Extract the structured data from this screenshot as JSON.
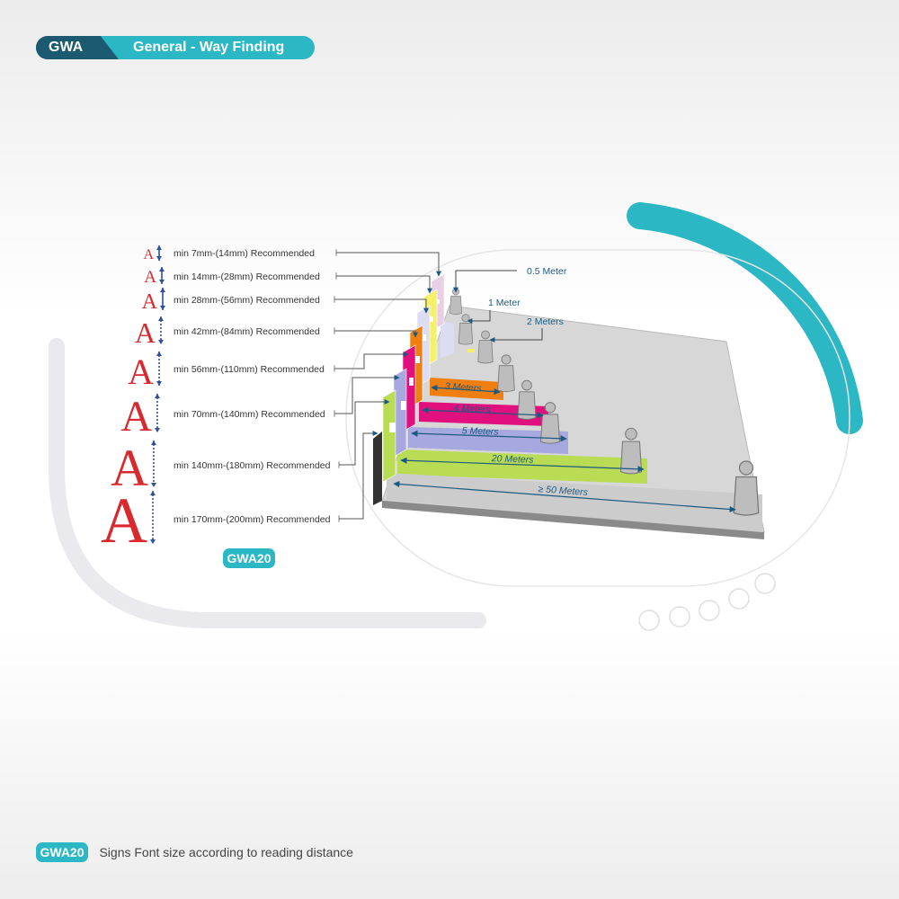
{
  "header": {
    "code": "GWA",
    "title": "General - Way Finding"
  },
  "colors": {
    "accent": "#2bb7c4",
    "header_dark": "#1b5a70",
    "letter_red": "#d8292f",
    "arrow_blue": "#2f4fa0",
    "dimension_text": "#1b5a80",
    "zone_colors": [
      "#e8cfe6",
      "#f4f06a",
      "#dcdcf2",
      "#f07f12",
      "#e0117f",
      "#a6a8df",
      "#b9dc54"
    ]
  },
  "font_size_rows": [
    {
      "letter": "A",
      "label": "min 7mm-(14mm) Recommended"
    },
    {
      "letter": "A",
      "label": "min 14mm-(28mm) Recommended"
    },
    {
      "letter": "A",
      "label": "min 28mm-(56mm) Recommended"
    },
    {
      "letter": "A",
      "label": "min 42mm-(84mm) Recommended"
    },
    {
      "letter": "A",
      "label": "min 56mm-(110mm) Recommended"
    },
    {
      "letter": "A",
      "label": "min 70mm-(140mm) Recommended"
    },
    {
      "letter": "A",
      "label": "min 140mm-(180mm) Recommended"
    },
    {
      "letter": "A",
      "label": "min 170mm-(200mm) Recommended"
    }
  ],
  "distances": [
    {
      "label": "0.5 Meter"
    },
    {
      "label": "1 Meter"
    },
    {
      "label": "2 Meters"
    },
    {
      "label": "3 Meters"
    },
    {
      "label": "4 Meters"
    },
    {
      "label": "5 Meters"
    },
    {
      "label": "20 Meters"
    },
    {
      "label": "≥ 50 Meters"
    }
  ],
  "diagram_code": "GWA20",
  "footer": {
    "code": "GWA20",
    "caption": "Signs Font size according to reading distance"
  }
}
